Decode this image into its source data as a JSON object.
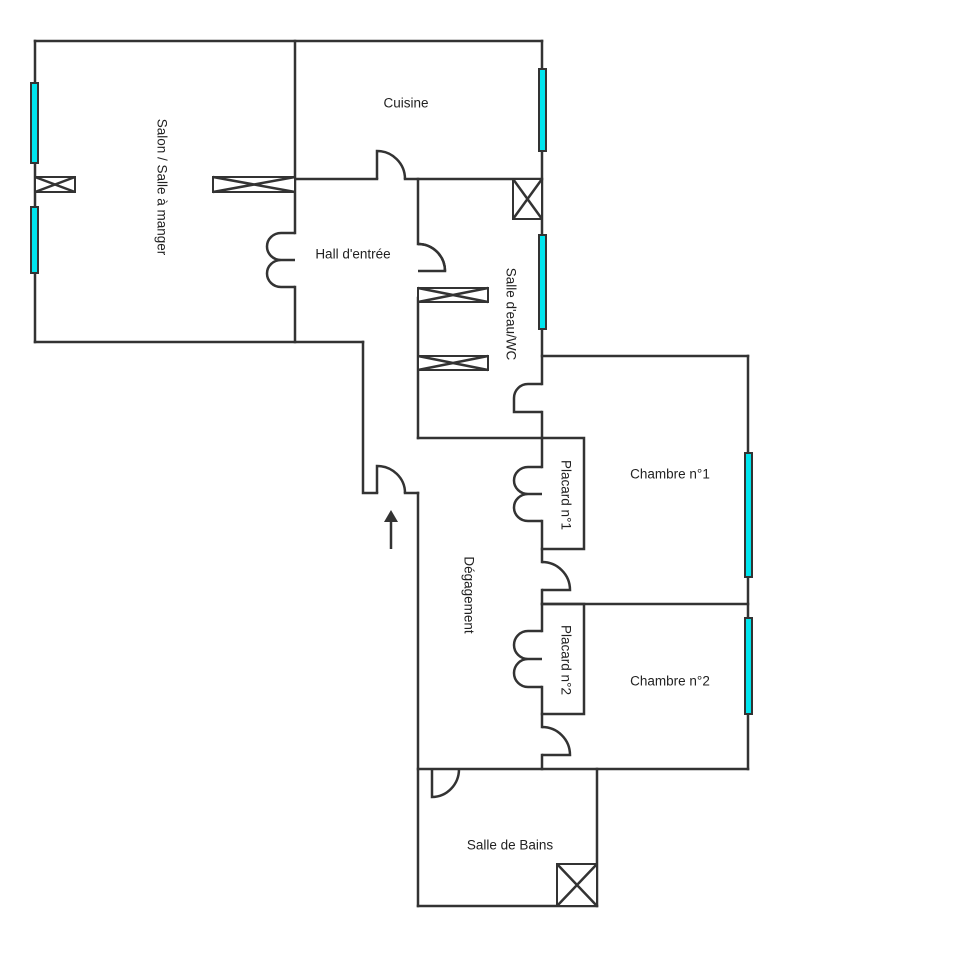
{
  "rooms": {
    "salon": "Salon / Salle à manger",
    "cuisine": "Cuisine",
    "hall": "Hall d'entrée",
    "salle_eau": "Salle d'eau/WC",
    "chambre1": "Chambre n°1",
    "placard1": "Placard n°1",
    "degagement": "Dégagement",
    "placard2": "Placard n°2",
    "chambre2": "Chambre n°2",
    "salle_bains": "Salle de Bains"
  },
  "colors": {
    "wall": "#333333",
    "window": "#00e5ee",
    "background": "#ffffff"
  },
  "icons": {
    "entrance": "entrance-arrow-icon",
    "ventilation": "ventilation-grille-icon",
    "window": "window-icon",
    "door": "door-swing-icon"
  }
}
